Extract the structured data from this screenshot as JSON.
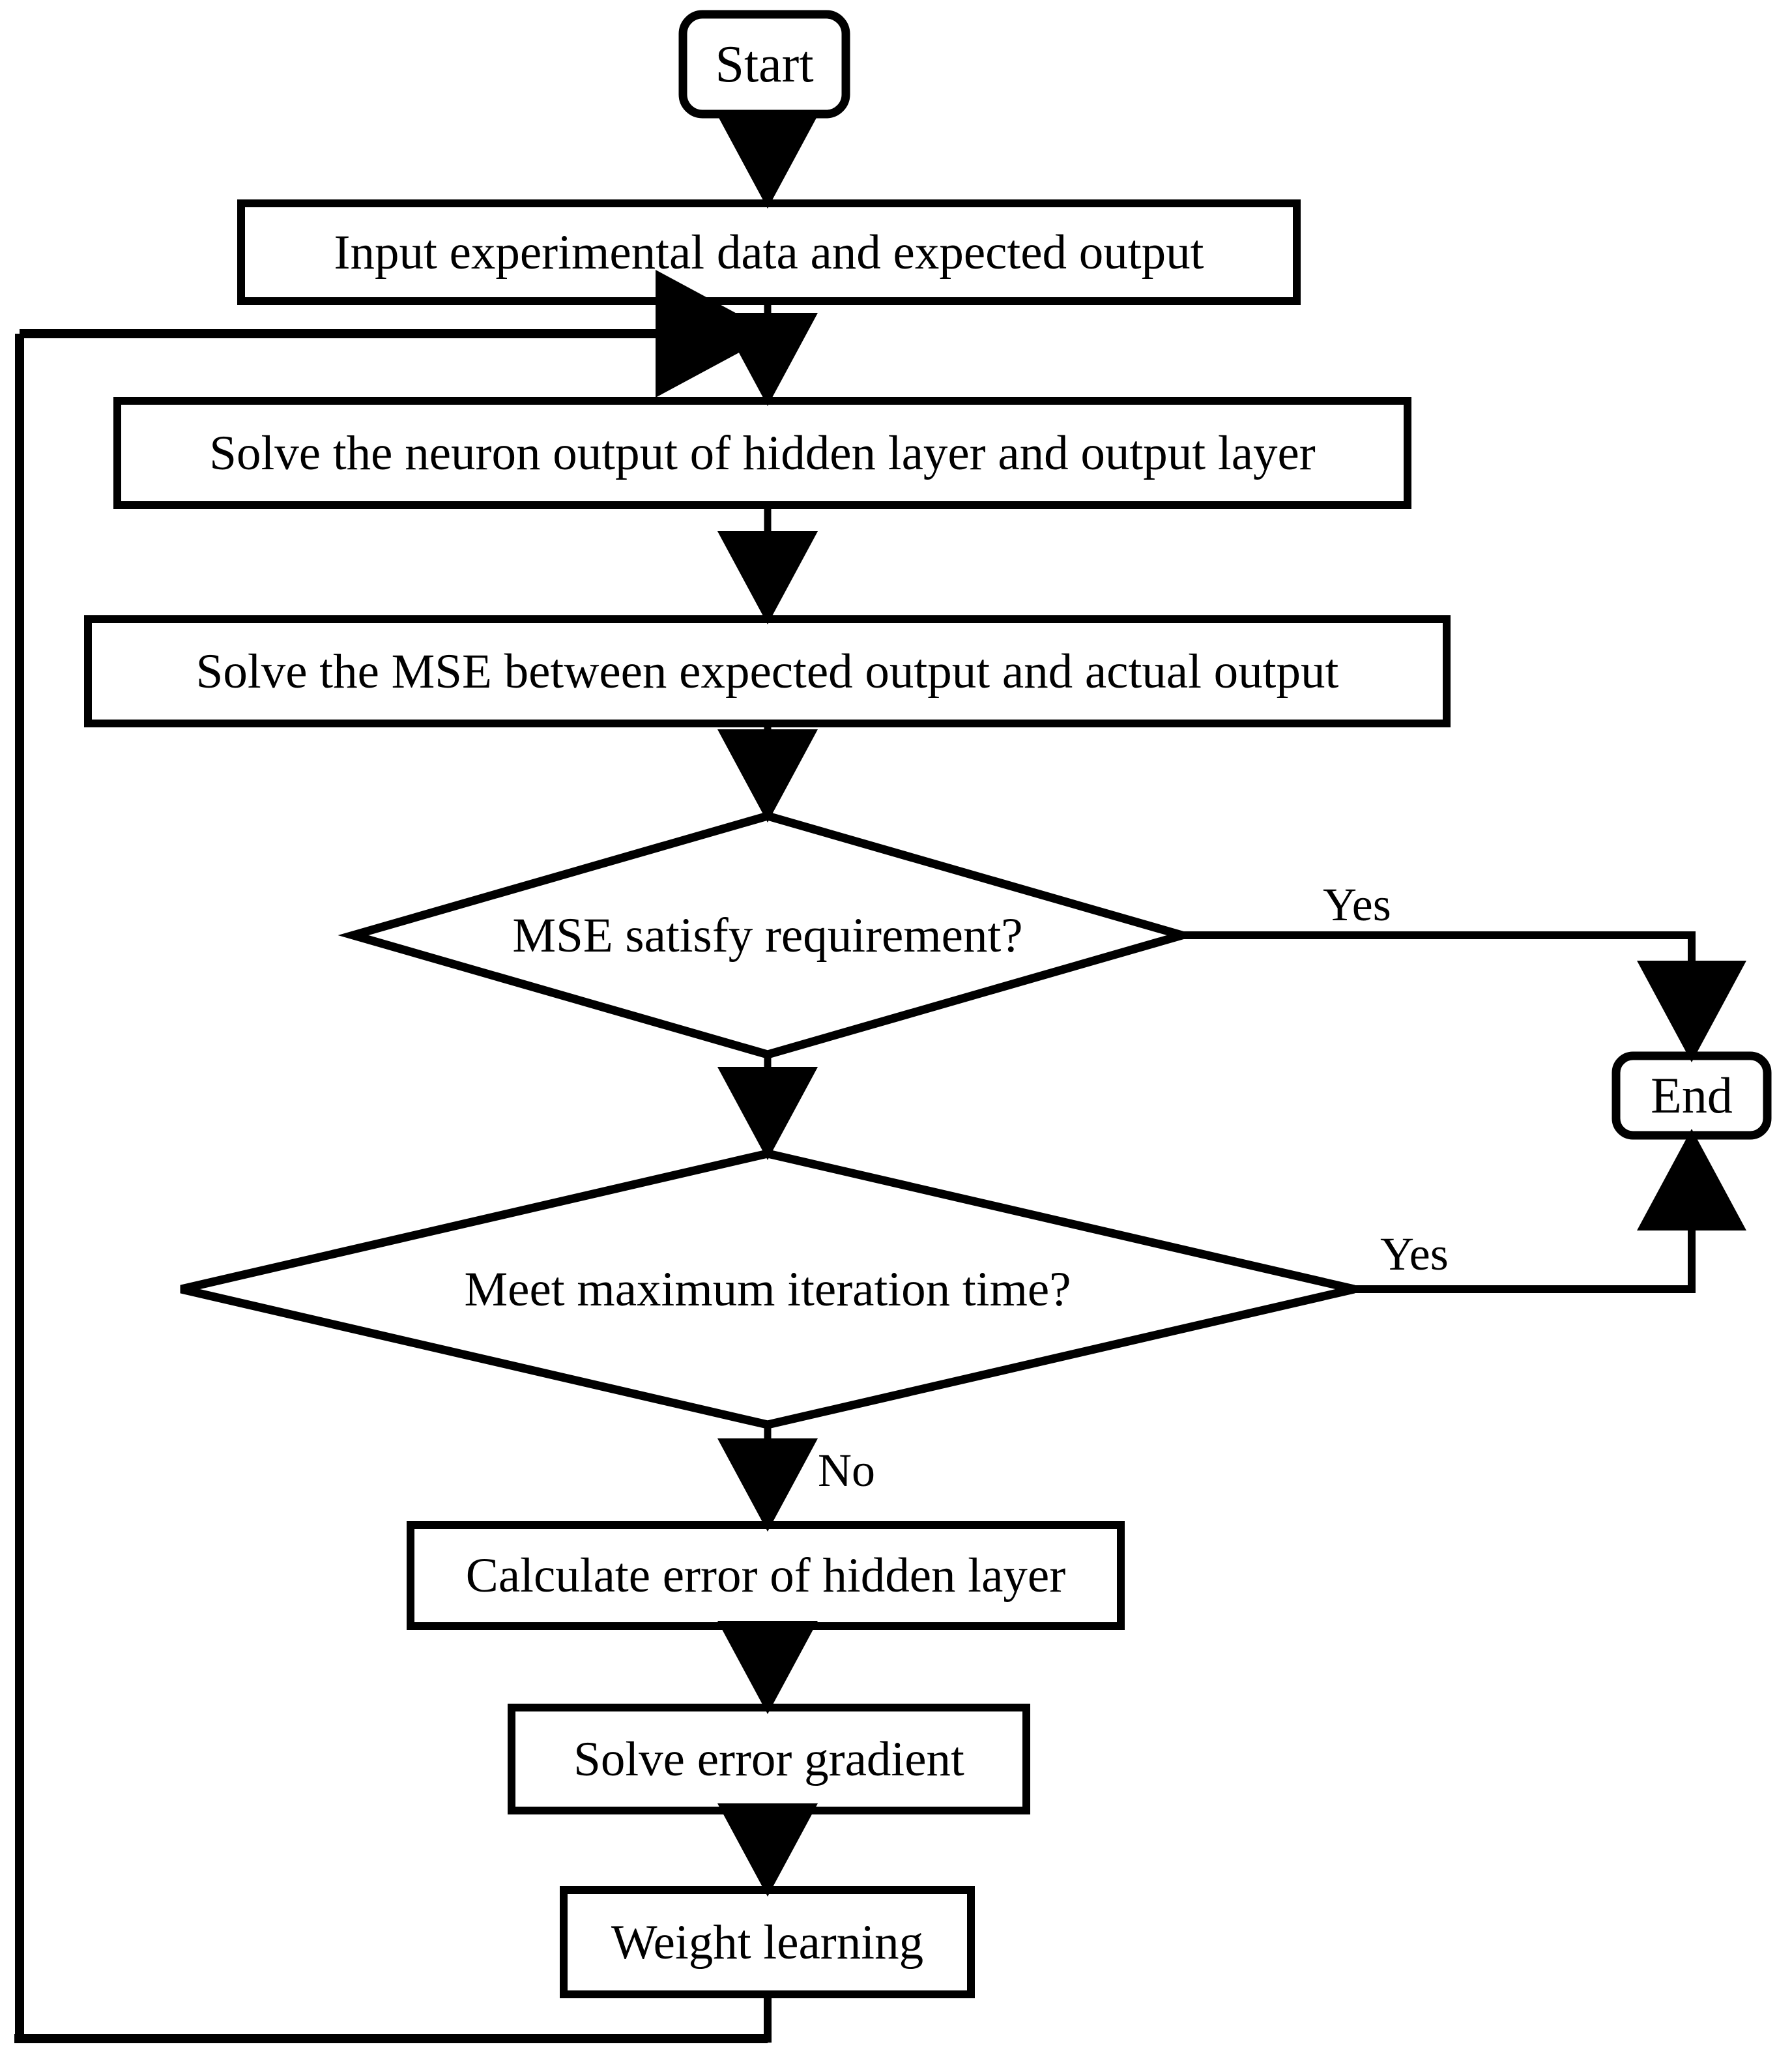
{
  "diagram": {
    "title": "BP neural network training flowchart",
    "type": "flowchart",
    "stroke_color": "#000000",
    "fill_color": "#ffffff",
    "nodes": {
      "start": {
        "label": "Start",
        "shape": "rounded-terminator"
      },
      "input_data": {
        "label": "Input experimental data and expected output",
        "shape": "process"
      },
      "solve_neuron_output": {
        "label": "Solve the neuron output of hidden layer and output layer",
        "shape": "process"
      },
      "solve_mse": {
        "label": "Solve the MSE between expected output and actual output",
        "shape": "process"
      },
      "mse_decision": {
        "label": "MSE satisfy requirement?",
        "shape": "decision"
      },
      "iteration_decision": {
        "label": "Meet maximum iteration time?",
        "shape": "decision"
      },
      "end": {
        "label": "End",
        "shape": "rounded-terminator"
      },
      "calculate_error": {
        "label": "Calculate error of hidden layer",
        "shape": "process"
      },
      "solve_gradient": {
        "label": "Solve error gradient",
        "shape": "process"
      },
      "weight_learning": {
        "label": "Weight learning",
        "shape": "process"
      }
    },
    "edge_labels": {
      "mse_yes": "Yes",
      "iteration_yes": "Yes",
      "iteration_no": "No"
    }
  }
}
